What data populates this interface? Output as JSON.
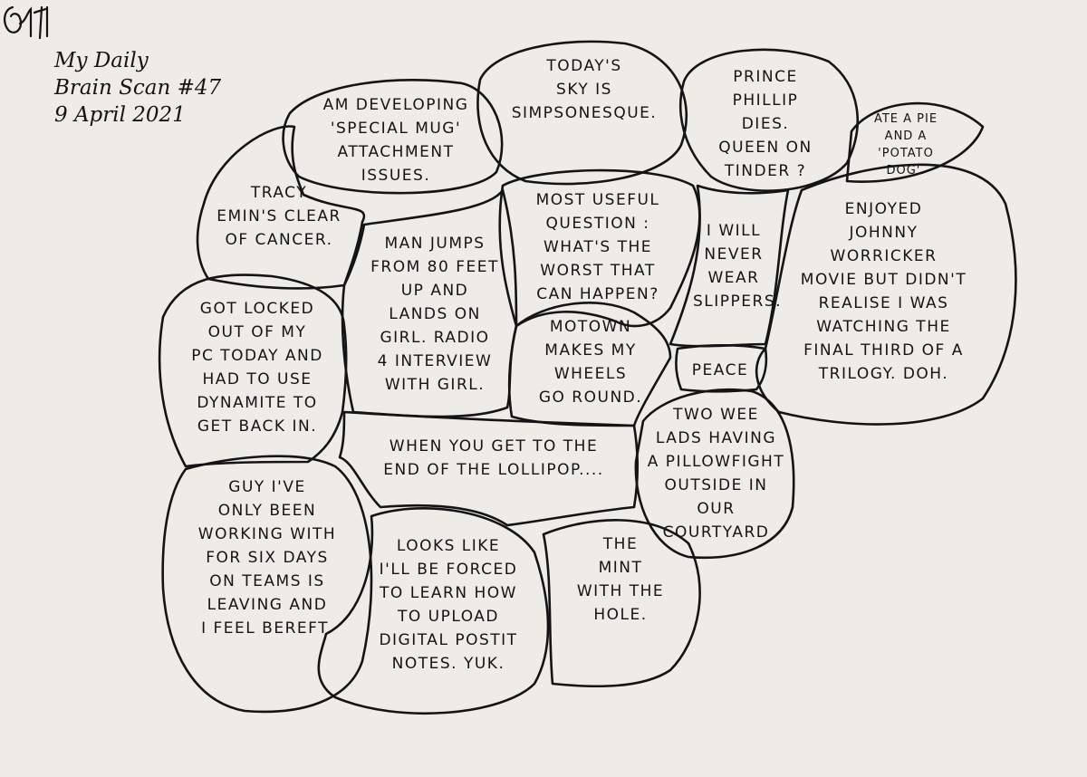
{
  "header": {
    "line1": "My Daily",
    "line2": "Brain Scan #47",
    "date": "9 April 2021"
  },
  "bubbles": {
    "special_mug": "Am developing\n'Special mug'\nattachment issues.",
    "sky": "Today's\nsky is\nSimpsonesque.",
    "prince": "Prince\nPhillip\ndies.\nQueen on\nTinder ?",
    "pie": "Ate a pie\nand a\n'Potato\ndog'.",
    "tracy": "Tracy\nEmin's clear\nof cancer.",
    "question": "Most useful\nquestion :\nwhat's the\nworst that\ncan happen?",
    "slippers": "I will\nnever\nwear\nslippers.",
    "johnny": "Enjoyed\nJohnny\nWorricker\nmovie but didn't\nrealise I was\nwatching the\nfinal third of a\ntrilogy. Doh.",
    "man_jumps": "Man jumps\nfrom 80 feet\nup and\nlands on\ngirl. Radio\n4 interview\nwith girl.",
    "locked": "Got locked\nout of my\nPC today and\nhad to use\ndynamite to\nget back in.",
    "motown": "Motown\nmakes my\nwheels\ngo round.",
    "peace": "Peace",
    "wee_lads": "Two wee\nlads having\na pillowfight\noutside in\nour\ncourtyard",
    "lollipop": "When you get to the\nend of the lollipop....",
    "guy": "Guy I've\nonly been\nworking with\nfor six days\non Teams is\nleaving and\nI feel bereft.",
    "postit": "Looks like\nI'll be forced\nto learn how\nto upload\ndigital postit\nnotes. Yuk.",
    "mint": "The\nmint\nwith the\nhole."
  }
}
